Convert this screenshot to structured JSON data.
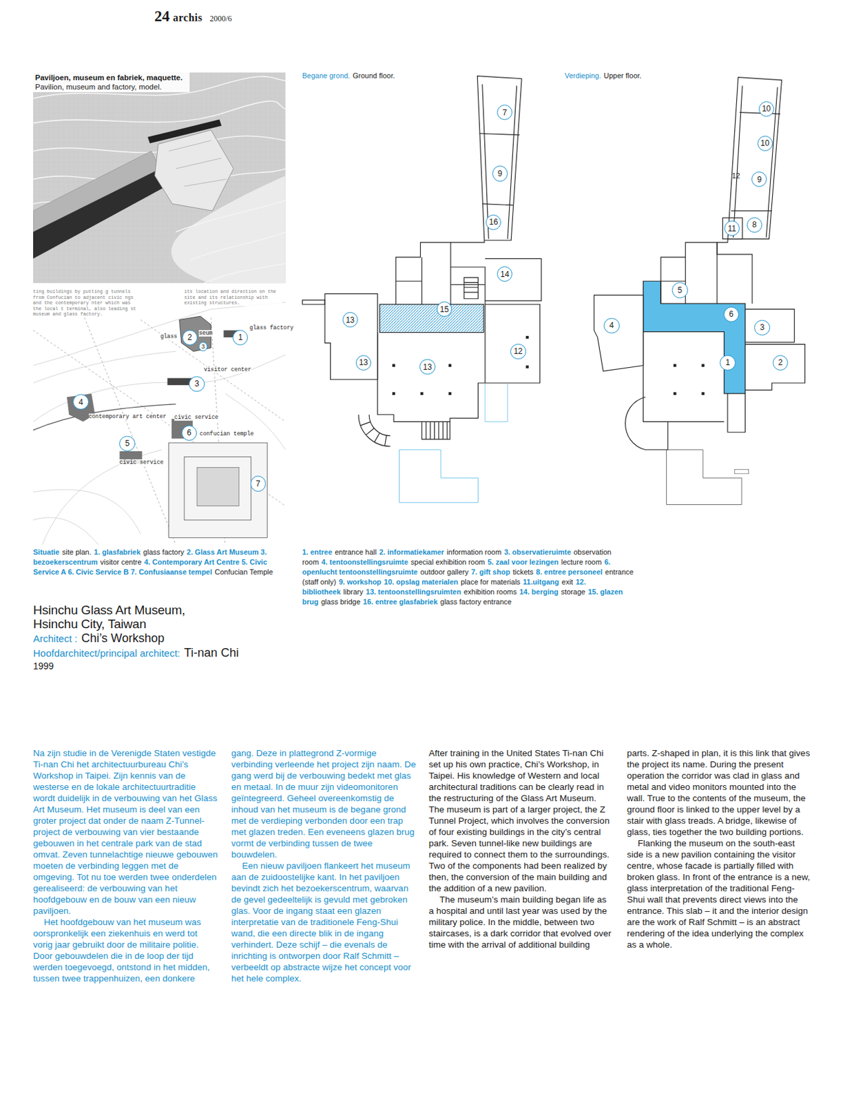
{
  "diagram": {
    "title": "Hsinchu Glass Art Museum, Hsinchu City, Taiwan",
    "nodes": [
      {
        "text": [
          "1"
        ]
      },
      {
        "text": [
          "2"
        ]
      },
      {
        "text": [
          "3"
        ]
      },
      {
        "text": [
          "3"
        ]
      },
      {
        "text": [
          "4"
        ]
      },
      {
        "text": [
          "5"
        ]
      },
      {
        "text": [
          "6"
        ]
      },
      {
        "text": [
          "7"
        ]
      },
      {
        "text": [
          "7"
        ]
      },
      {
        "text": [
          "9"
        ]
      },
      {
        "text": [
          "16"
        ]
      },
      {
        "text": [
          "14"
        ]
      },
      {
        "text": [
          "15"
        ]
      },
      {
        "text": [
          "13"
        ]
      },
      {
        "text": [
          "12"
        ]
      },
      {
        "text": [
          "13"
        ]
      },
      {
        "text": [
          "13"
        ]
      },
      {
        "text": [
          "10"
        ]
      },
      {
        "text": [
          "10"
        ]
      },
      {
        "text": [
          "9"
        ]
      },
      {
        "text": [
          "8"
        ]
      },
      {
        "text": [
          "11"
        ]
      },
      {
        "text": [
          "5"
        ]
      },
      {
        "text": [
          "6"
        ]
      },
      {
        "text": [
          "4"
        ]
      },
      {
        "text": [
          "3"
        ]
      },
      {
        "text": [
          "1"
        ]
      },
      {
        "text": [
          "2"
        ]
      }
    ],
    "labels": [
      "24",
      "archis",
      "2000/6",
      "Paviljoen, museum en fabriek, maquette.",
      "Pavilion, museum and factory, model.",
      "Begane grond.",
      "Ground floor.",
      "Verdieping.",
      "Upper floor.",
      "ting buildings by putting g tunnels from Confucian to adjacent civic ngs and the contemporary nter which was the local t terminal, also leading st museum and glass factory.",
      "its location and direction on the site and its relationship with existing structures.",
      "glass factory",
      "glass",
      "seum",
      "visitor center",
      "contemporary art center",
      "civic service",
      "civic service",
      "confucian temple",
      "Situatie",
      "site plan.",
      "1. glasfabriek",
      "glass factory",
      "2. Glass Art Museum 3. bezoekerscentrum",
      "visitor centre",
      "4. Contemporary Art Centre 5. Civic Service A 6. Civic Service B 7. Confusiaanse tempel",
      "Confucian Temple",
      "1. entree",
      "entrance hall",
      "2. informatiekamer",
      "information room",
      "3. observatieruimte",
      "observation room",
      "4. tentoonstellingsruimte",
      "special exhibition room",
      "5. zaal voor lezingen",
      "lecture room",
      "6. openlucht tentoonstellingsruimte",
      "outdoor gallery",
      "7. gift shop",
      "tickets",
      "8. entree personeel",
      "entrance (staff only)",
      "9. workshop",
      "10. opslag materialen",
      "place for materials",
      "11.uitgang",
      "exit",
      "12. bibliotheek",
      "library",
      "13. tentoonstellingsruimten",
      "exhibition rooms",
      "14. berging",
      "storage",
      "15. glazen brug",
      "glass bridge",
      "16. entree glasfabriek",
      "glass factory entrance",
      "12",
      "Architect :",
      "Chi’s Workshop",
      "Hoofdarchitect/principal architect:",
      "Ti-nan Chi",
      "1999",
      "Na zijn studie in de Verenigde Staten vestigde Ti-nan Chi het architectuurbureau Chi’s Workshop in Taipei. Zijn kennis van de westerse en de lokale architectuurtraditie wordt duidelijk in de verbouwing van het Glass Art Museum. Het museum is deel van een groter project dat onder de naam Z-Tunnel-project de verbouwing van vier bestaande gebouwen in het centrale park van de stad omvat. Zeven tunnelachtige nieuwe gebouwen moeten de verbinding leggen met de omgeving. Tot nu toe werden twee onderdelen gerealiseerd: de verbouwing van het hoofdgebouw en de bouw van een nieuw paviljoen.",
      "Het hoofdgebouw van het museum was oorspronkelijk een ziekenhuis en werd tot vorig jaar gebruikt door de militaire politie. Door gebouwdelen die in de loop der tijd werden toegevoegd, ontstond in het midden, tussen twee trappenhuizen, een donkere gang. Deze in plattegrond Z-vormige verbinding verleende het project zijn naam. De gang werd bij de verbouwing bedekt met glas en metaal. In de muur zijn videomonitoren geïntegreerd. Geheel overeenkomstig de inhoud van het museum is de begane grond met de verdieping verbonden door een trap met glazen treden. Een eveneens glazen brug vormt de verbinding tussen de twee bouwdelen.",
      "Een nieuw paviljoen flankeert het museum aan de zuidoostelijke kant. In het paviljoen bevindt zich het bezoekerscentrum, waarvan de gevel gedeeltelijk is gevuld met gebroken glas. Voor de ingang staat een glazen interpretatie van de traditionele Feng-Shui wand, die een directe blik in de ingang verhindert. Deze schijf – die evenals de inrichting is ontworpen door Ralf Schmitt – verbeeldt op abstracte wijze het concept voor het hele complex.",
      "After training in the United States Ti-nan Chi set up his own practice, Chi’s Workshop, in Taipei. His knowledge of Western and local architectural traditions can be clearly read in the restructuring of the Glass Art Museum. The museum is part of a larger project, the Z Tunnel Project, which involves the conversion of four existing buildings in the city’s central park. Seven tunnel-like new buildings are required to connect them to the surroundings. Two of the components had been realized by then, the conversion of the main building and the addition of a new pavilion.",
      "The museum’s main building began life as a hospital and until last year was used by the military police. In the middle, between two staircases, is a dark corridor that evolved over time with the arrival of additional building parts. Z-shaped in plan, it is this link that gives the project its name. During the present operation the corridor was clad in glass and metal and video monitors mounted into the wall. True to the contents of the museum, the ground floor is linked to the upper level by a stair with glass treads. A bridge, likewise of glass, ties together the two building portions.",
      "Flanking the museum on the south-east side is a new pavilion containing the visitor centre, whose facade is partially filled with broken glass. In front of the entrance is a new, glass interpretation of the traditional Feng-Shui wall that prevents direct views into the entrance. This slab – it and the interior design are the work of Ralf Schmitt – is an abstract rendering of the idea underlying the complex as a whole."
    ]
  }
}
